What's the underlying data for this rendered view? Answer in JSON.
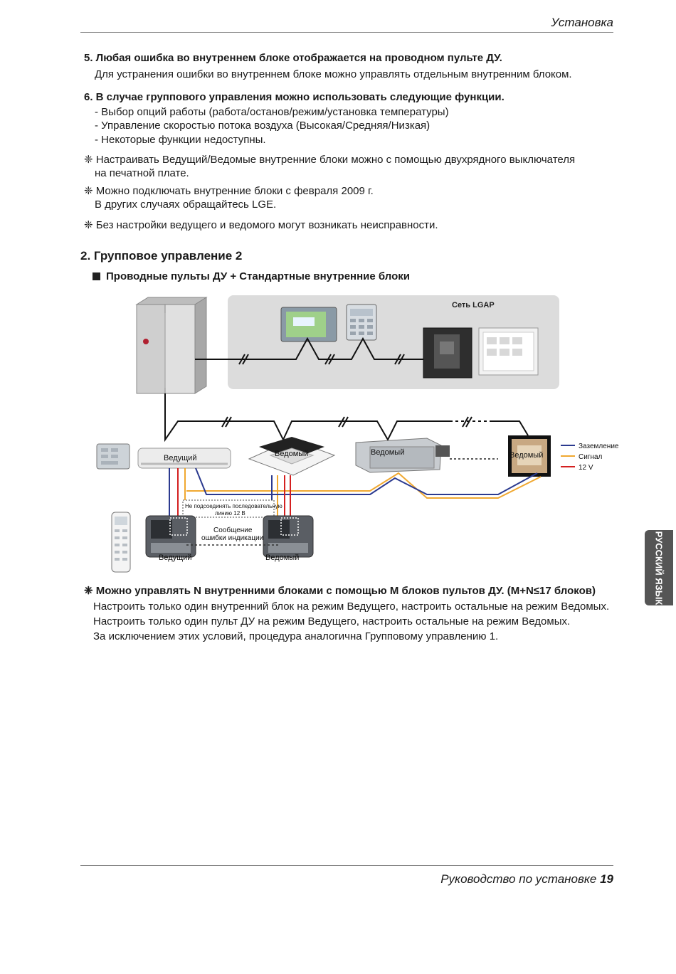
{
  "header": {
    "title": "Установка"
  },
  "items": {
    "i5_title": "5. Любая ошибка во внутреннем блоке отображается на проводном пульте ДУ.",
    "i5_text": "Для устранения ошибки во внутреннем блоке можно управлять отдельным внутренним блоком.",
    "i6_title": "6. В случае группового управления можно использовать следующие функции.",
    "i6_b1": "- Выбор опций работы (работа/останов/режим/установка температуры)",
    "i6_b2": "- Управление скоростью потока воздуха (Высокая/Средняя/Низкая)",
    "i6_b3": "- Некоторые функции недоступны.",
    "n1_l1": "❈ Настраивать Ведущий/Ведомые внутренние блоки можно с помощью двухрядного выключателя",
    "n1_l2": "на печатной плате.",
    "n2_l1": "❈ Можно подключать внутренние блоки с февраля 2009 г.",
    "n2_l2": "В других случаях обращайтесь LGE.",
    "n3": "❈ Без настройки ведущего и ведомого могут возникать неисправности."
  },
  "section": {
    "title": "2. Групповое управление 2",
    "subtitle": "Проводные пульты ДУ + Стандартные внутренние блоки"
  },
  "diagram": {
    "network_label": "Сеть LGAP",
    "master": "Ведущий",
    "slave": "Ведомый",
    "legend_ground": "Заземление",
    "legend_signal": "Сигнал",
    "legend_12v": "12 V",
    "note_no_connect_1": "Не подсоединять последовательную",
    "note_no_connect_2": "линию 12 В",
    "note_error_1": "Сообщение",
    "note_error_2": "ошибки индикации",
    "colors": {
      "ground": "#2b3a8f",
      "signal": "#f0a830",
      "v12": "#d42020"
    }
  },
  "bottom_note": {
    "title": "❈ Можно управлять N внутренними блоками с помощью M блоков пультов ДУ. (M+N≤17 блоков)",
    "l1": "Настроить только один внутренний блок на режим Ведущего, настроить остальные на режим Ведомых.",
    "l2": "Настроить только один пульт ДУ на режим Ведущего, настроить остальные на режим Ведомых.",
    "l3": "За исключением этих условий, процедура аналогична Групповому управлению 1."
  },
  "side_tab": "РУССКИЙ ЯЗЫК",
  "footer": {
    "text": "Руководство по установке",
    "page": "19"
  }
}
